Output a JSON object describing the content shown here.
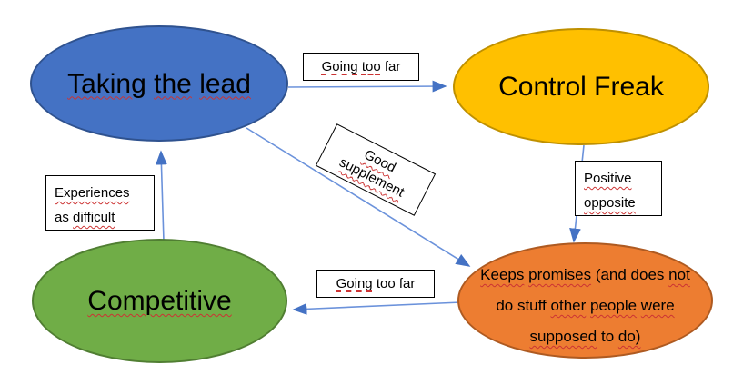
{
  "slide": {
    "background": "#FFFFFF"
  },
  "colors": {
    "slide_bg": "#FFFFFF",
    "node_blue_fill": "#4472C4",
    "node_blue_border": "#2F528F",
    "node_yellow_fill": "#FFC000",
    "node_yellow_border": "#BF9000",
    "node_green_fill": "#70AD47",
    "node_green_border": "#507E32",
    "node_orange_fill": "#ED7D31",
    "node_orange_border": "#AE5A21",
    "arrow_shaft": "#6B92DB",
    "arrow_head": "#4472C4",
    "label_box_fill": "#FFFFFF",
    "label_box_border": "#000000",
    "text": "#000000",
    "spellcheck": "#CC3333"
  },
  "nodes": {
    "taking_the_lead": {
      "label": "Taking the lead",
      "segments": [
        {
          "text": "Taking",
          "misspelled": true
        },
        {
          "text": "the",
          "misspelled": true
        },
        {
          "text": "lead",
          "misspelled": true
        }
      ]
    },
    "control_freak": {
      "label": "Control Freak",
      "segments": [
        {
          "text": "Control Freak",
          "misspelled": false
        }
      ]
    },
    "competitive": {
      "label": "Competitive",
      "segments": [
        {
          "text": "Competitive",
          "misspelled": true
        }
      ]
    },
    "keeps_promises": {
      "label": "Keeps promises (and does not do stuff other people were supposed to do)",
      "lines": [
        [
          {
            "text": "Keeps",
            "misspelled": true
          },
          {
            "text": "promises",
            "misspelled": true
          },
          {
            "text": "(and does",
            "misspelled": false
          },
          {
            "text": "not",
            "misspelled": true
          }
        ],
        [
          {
            "text": "do stuff",
            "misspelled": false
          },
          {
            "text": "other",
            "misspelled": true
          },
          {
            "text": "people",
            "misspelled": true
          },
          {
            "text": "were",
            "misspelled": true
          }
        ],
        [
          {
            "text": "supposed",
            "misspelled": true
          },
          {
            "text": "to",
            "misspelled": false
          },
          {
            "text": "do)",
            "misspelled": true
          }
        ]
      ]
    }
  },
  "edge_labels": {
    "going_too_far_top": {
      "label": "Going too far",
      "segments": [
        {
          "text": "Going",
          "misspelled": true,
          "style": "dashed"
        },
        {
          "text": "too",
          "misspelled": true,
          "style": "dashed"
        },
        {
          "text": "far",
          "misspelled": false
        }
      ]
    },
    "good_supplement": {
      "label": "Good supplement",
      "lines": [
        [
          {
            "text": "Good",
            "misspelled": true
          }
        ],
        [
          {
            "text": "supplement",
            "misspelled": true
          }
        ]
      ]
    },
    "positive_opposite": {
      "label": "Positive opposite",
      "lines": [
        [
          {
            "text": "Positive",
            "misspelled": true
          }
        ],
        [
          {
            "text": "opposite",
            "misspelled": true
          }
        ]
      ]
    },
    "experiences_as_difficult": {
      "label": "Experiences as difficult",
      "lines": [
        [
          {
            "text": "Experiences",
            "misspelled": true
          }
        ],
        [
          {
            "text": "as",
            "misspelled": false
          },
          {
            "text": "difficult",
            "misspelled": true
          }
        ]
      ]
    },
    "going_too_far_bottom": {
      "label": "Going too far",
      "segments": [
        {
          "text": "Going",
          "misspelled": true,
          "style": "dashed"
        },
        {
          "text": "too far",
          "misspelled": false
        }
      ]
    }
  },
  "edges": [
    {
      "from": "taking_the_lead",
      "to": "control_freak",
      "label": "Going too far"
    },
    {
      "from": "control_freak",
      "to": "keeps_promises",
      "label": "Positive opposite"
    },
    {
      "from": "taking_the_lead",
      "to": "keeps_promises",
      "label": "Good supplement"
    },
    {
      "from": "keeps_promises",
      "to": "competitive",
      "label": "Going too far"
    },
    {
      "from": "competitive",
      "to": "taking_the_lead",
      "label": "Experiences as difficult"
    }
  ]
}
